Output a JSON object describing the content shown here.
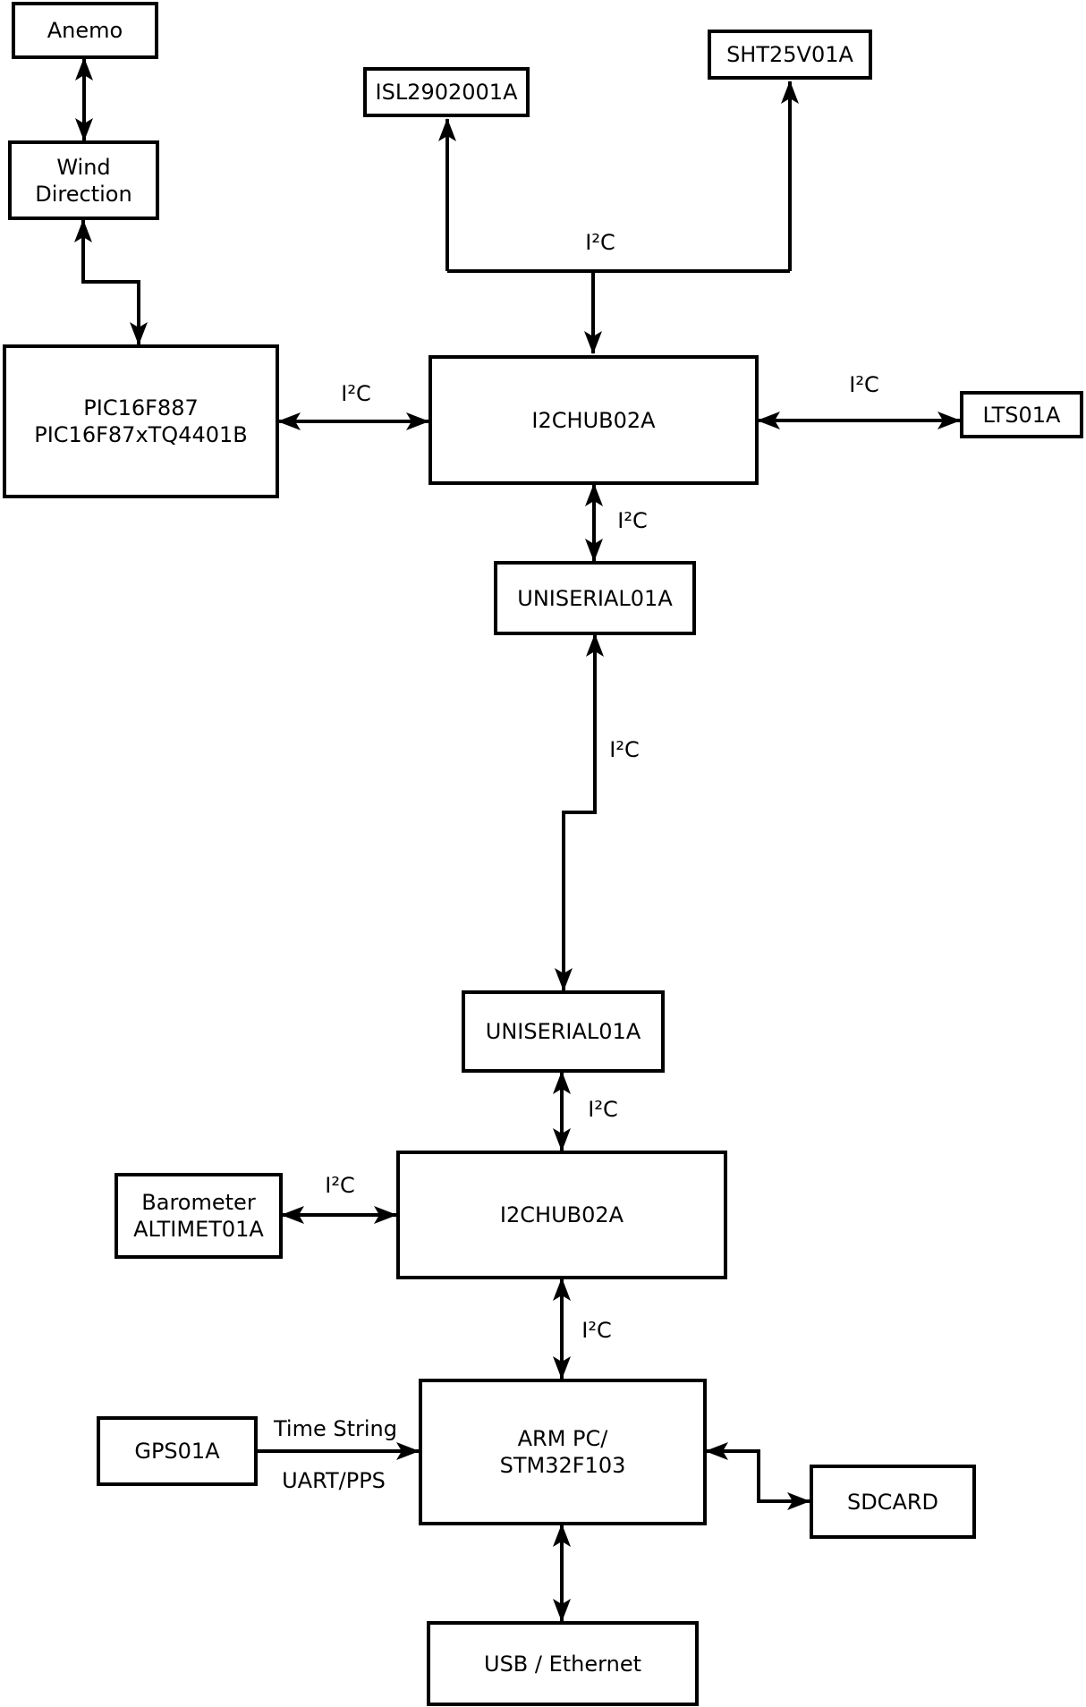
{
  "colors": {
    "ink": "#000000",
    "paper": "#ffffff"
  },
  "nodes": [
    {
      "id": "anemo",
      "lines": [
        "Anemo"
      ]
    },
    {
      "id": "wind-direction",
      "lines": [
        "Wind",
        "Direction"
      ]
    },
    {
      "id": "pic",
      "lines": [
        "PIC16F887",
        "PIC16F87xTQ4401B"
      ]
    },
    {
      "id": "isl",
      "lines": [
        "ISL2902001A"
      ]
    },
    {
      "id": "sht",
      "lines": [
        "SHT25V01A"
      ]
    },
    {
      "id": "i2c-hub-upper",
      "lines": [
        "I2CHUB02A"
      ]
    },
    {
      "id": "lts",
      "lines": [
        "LTS01A"
      ]
    },
    {
      "id": "uniserial-upper",
      "lines": [
        "UNISERIAL01A"
      ]
    },
    {
      "id": "uniserial-lower",
      "lines": [
        "UNISERIAL01A"
      ]
    },
    {
      "id": "i2c-hub-lower",
      "lines": [
        "I2CHUB02A"
      ]
    },
    {
      "id": "barometer",
      "lines": [
        "Barometer",
        "ALTIMET01A"
      ]
    },
    {
      "id": "arm-pc",
      "lines": [
        "ARM PC/",
        "STM32F103"
      ]
    },
    {
      "id": "gps",
      "lines": [
        "GPS01A"
      ]
    },
    {
      "id": "sdcard",
      "lines": [
        "SDCARD"
      ]
    },
    {
      "id": "usb-ethernet",
      "lines": [
        "USB / Ethernet"
      ]
    }
  ],
  "labels": {
    "i2c_pic_hub": "I²C",
    "i2c_sensor_bus": "I²C",
    "i2c_hub_lts": "I²C",
    "i2c_hub_uniserial": "I²C",
    "i2c_uniserial_link": "I²C",
    "i2c_uniserial_hub": "I²C",
    "i2c_barometer_hub": "I²C",
    "i2c_hub_arm": "I²C",
    "gps_time_string": "Time String",
    "gps_uart_pps": "UART/PPS"
  },
  "connections": [
    {
      "from": "anemo",
      "to": "wind-direction",
      "arrows": "both"
    },
    {
      "from": "wind-direction",
      "to": "pic",
      "arrows": "both"
    },
    {
      "from": "pic",
      "to": "i2c-hub-upper",
      "arrows": "both",
      "label": "I²C"
    },
    {
      "from": "i2c-hub-upper",
      "to": "isl",
      "arrows": "to",
      "label": "I²C"
    },
    {
      "from": "i2c-hub-upper",
      "to": "sht",
      "arrows": "to",
      "label": "I²C"
    },
    {
      "from": "i2c-hub-upper",
      "to": "lts",
      "arrows": "both",
      "label": "I²C"
    },
    {
      "from": "i2c-hub-upper",
      "to": "uniserial-upper",
      "arrows": "both",
      "label": "I²C"
    },
    {
      "from": "uniserial-upper",
      "to": "uniserial-lower",
      "arrows": "both",
      "label": "I²C"
    },
    {
      "from": "uniserial-lower",
      "to": "i2c-hub-lower",
      "arrows": "both",
      "label": "I²C"
    },
    {
      "from": "i2c-hub-lower",
      "to": "barometer",
      "arrows": "both",
      "label": "I²C"
    },
    {
      "from": "i2c-hub-lower",
      "to": "arm-pc",
      "arrows": "both",
      "label": "I²C"
    },
    {
      "from": "gps",
      "to": "arm-pc",
      "arrows": "to",
      "label": "Time String UART/PPS"
    },
    {
      "from": "arm-pc",
      "to": "sdcard",
      "arrows": "both"
    },
    {
      "from": "arm-pc",
      "to": "usb-ethernet",
      "arrows": "both"
    }
  ]
}
